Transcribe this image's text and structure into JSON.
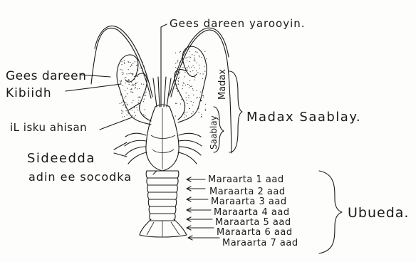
{
  "labels": {
    "gees_dareen_yarooyin": "Gees dareen yarooyin.",
    "gees_dareen": "Gees dareen",
    "kibiidh": "Kibiidh",
    "il_isku_ahisan": "iL isku ahisan",
    "sideedda": "Sideedda",
    "adin_ee_socodka": "adin ee socodka",
    "madax": "Madax",
    "saablay": "Saablay",
    "madax_saablay": "Madax Saablay.",
    "ubueda": "Ubueda."
  },
  "segments": [
    "Maraarta 1 aad",
    "Maraarta 2 aad",
    "Maraarta 3 aad",
    "Maraarta 4 aad",
    "Maraarta 5 aad",
    "Maraarta 6 aad",
    "Maraarta 7 aad"
  ]
}
